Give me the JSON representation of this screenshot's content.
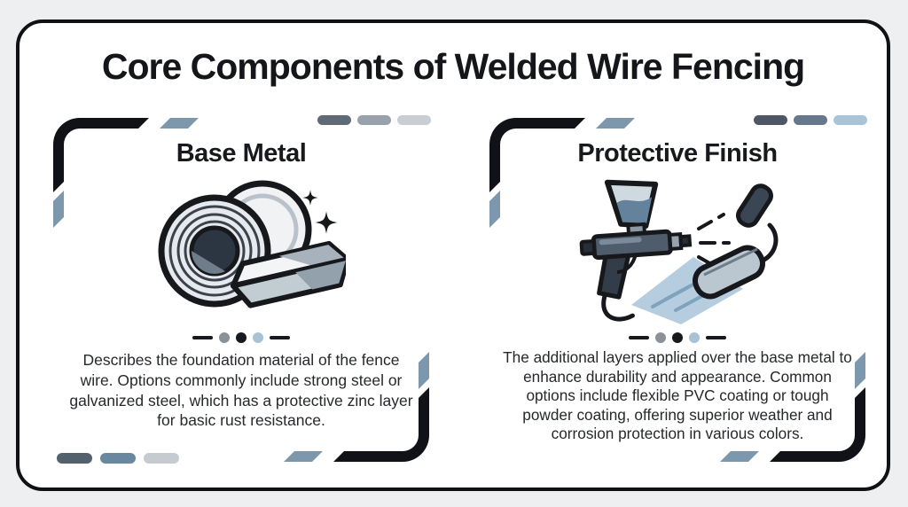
{
  "page": {
    "title": "Core Components of Welded Wire Fencing"
  },
  "cards": [
    {
      "title": "Base Metal",
      "description": "Describes the foundation material of the fence wire. Options commonly include strong steel or galvanized steel, which has a protective zinc layer for basic rust resistance.",
      "icon": "steel-coil-and-ingot-icon"
    },
    {
      "title": "Protective Finish",
      "description": "The additional layers applied over the base metal to enhance durability and appearance. Common options include flexible PVC coating or tough powder coating, offering superior weather and corrosion protection in various colors.",
      "icon": "spray-gun-and-paint-roller-icon"
    }
  ],
  "colors": {
    "outer_background": "#edeff0",
    "panel_background": "#ffffff",
    "panel_border": "#0f1115",
    "title_text": "#141619",
    "body_text": "#26282c",
    "bracket": "#101217",
    "parallelogram": "#7d98ad",
    "paint_blue": "#64829b",
    "swath_blue": "#b5cddf"
  },
  "decor": {
    "left_card_top_pills": [
      "#5f6a76",
      "#99a2ac",
      "#c9ced4"
    ],
    "right_card_top_pills": [
      "#4d5765",
      "#66788b",
      "#a9c3d7"
    ],
    "left_card_bottom_pills": [
      "#53616d",
      "#68889f",
      "#c5cbd1"
    ],
    "dot_colors": [
      "#8a9199",
      "#17191c",
      "#a9c2d6"
    ],
    "dash_color": "#17191c"
  }
}
